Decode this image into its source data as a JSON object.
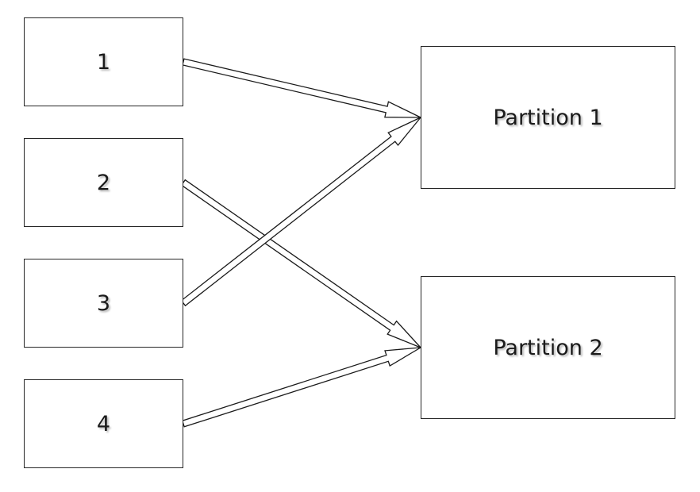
{
  "sources": [
    {
      "label": "1"
    },
    {
      "label": "2"
    },
    {
      "label": "3"
    },
    {
      "label": "4"
    }
  ],
  "partitions": [
    {
      "label": "Partition 1"
    },
    {
      "label": "Partition 2"
    }
  ],
  "mappings": [
    {
      "from": "1",
      "to": "Partition 1"
    },
    {
      "from": "2",
      "to": "Partition 2"
    },
    {
      "from": "3",
      "to": "Partition 1"
    },
    {
      "from": "4",
      "to": "Partition 2"
    }
  ],
  "colors": {
    "stroke": "#1a1a1a",
    "fill": "#ffffff"
  }
}
